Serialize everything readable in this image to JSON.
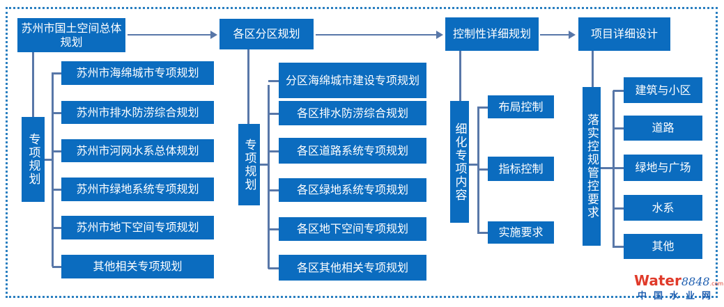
{
  "columns": [
    {
      "title": "苏州市国土空间总体规划",
      "side": "专项规划",
      "items": [
        "苏州市海绵城市专项规划",
        "苏州市排水防涝综合规划",
        "苏州市河网水系总体规划",
        "苏州市绿地系统专项规划",
        "苏州市地下空间专项规划",
        "其他相关专项规划"
      ]
    },
    {
      "title": "各区分区规划",
      "side": "专项规划",
      "items": [
        "分区海绵城市建设专项规划",
        "各区排水防涝综合规划",
        "各区道路系统专项规划",
        "各区绿地系统专项规划",
        "各区地下空间专项规划",
        "各区其他相关专项规划"
      ]
    },
    {
      "title": "控制性详细规划",
      "side": "细化专项内容",
      "items": [
        "布局控制",
        "指标控制",
        "实施要求"
      ]
    },
    {
      "title": "项目详细设计",
      "side": "落实控规管控要求",
      "items": [
        "建筑与小区",
        "道路",
        "绿地与广场",
        "水系",
        "其他"
      ]
    }
  ],
  "watermark": {
    "brand": "Water",
    "num": "8848",
    "com": ".com",
    "cn": "中国水业网"
  },
  "colors": {
    "box": "#0b6cbf",
    "line": "#5877a8",
    "border": "#2a7fc0"
  }
}
